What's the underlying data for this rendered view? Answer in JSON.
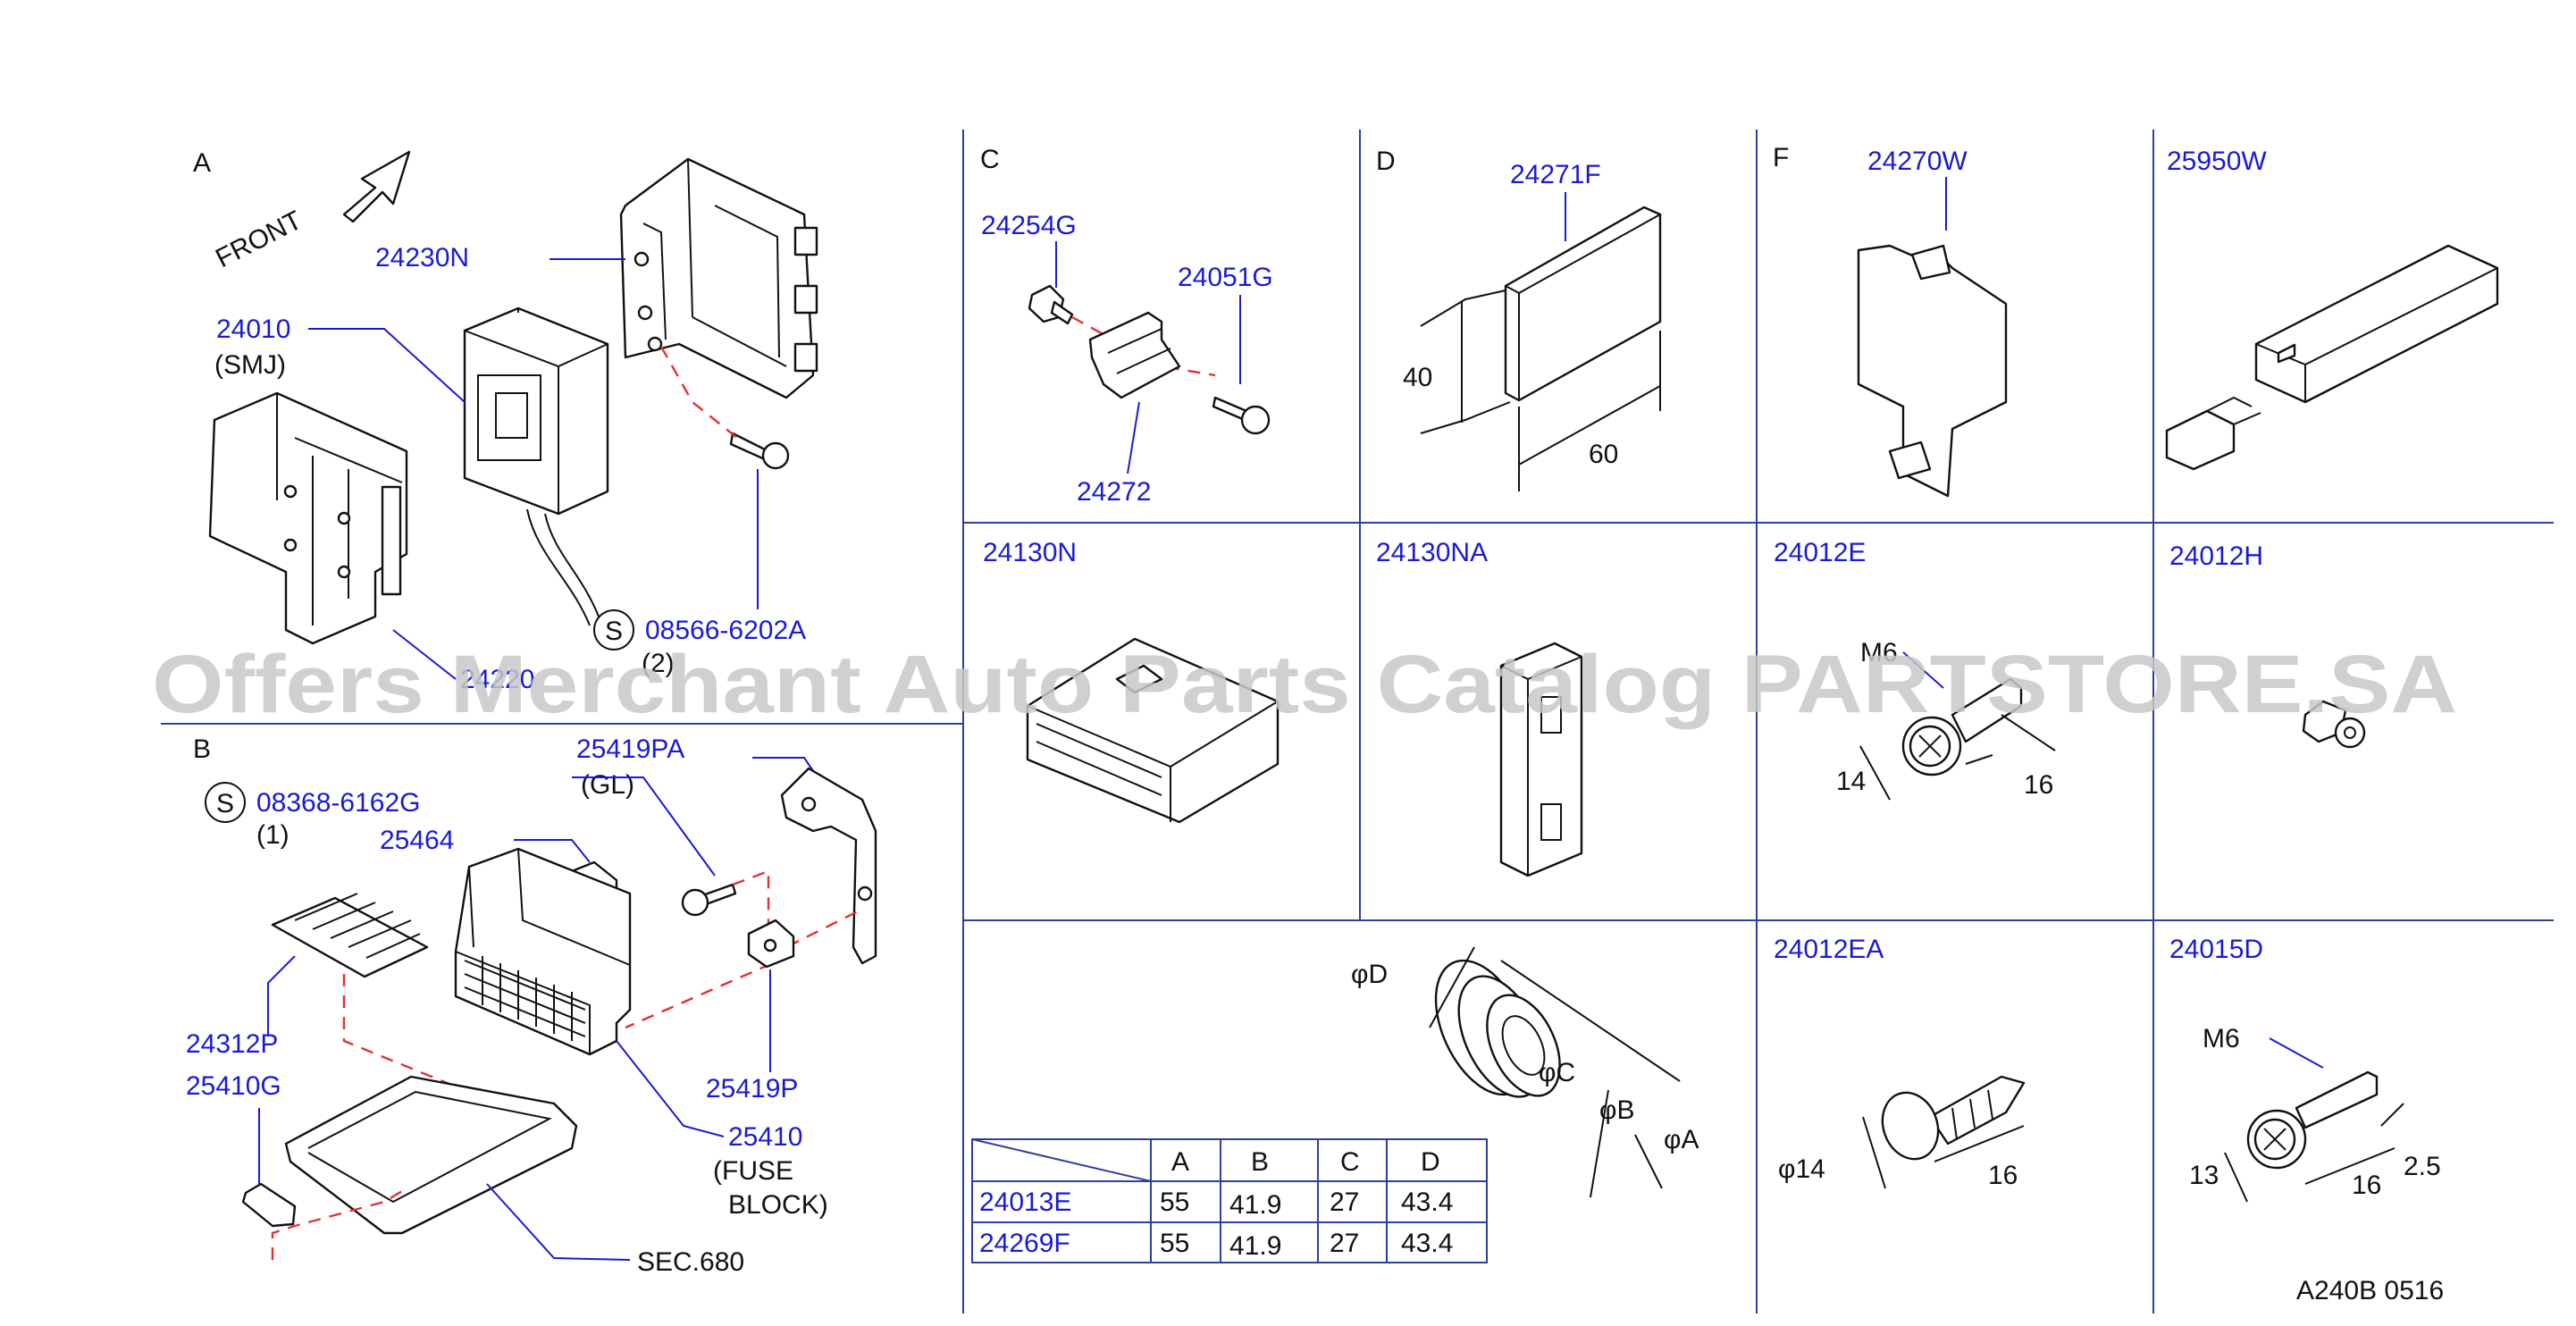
{
  "sections": {
    "a": "A",
    "b": "B",
    "c": "C",
    "d": "D",
    "f": "F",
    "front": "FRONT"
  },
  "parts": {
    "p24230N": "24230N",
    "p24010": "24010",
    "p24010_sub": "(SMJ)",
    "p08566": "08566-6202A",
    "p08566_qty": "(2)",
    "p24220": "24220",
    "s_mark": "S",
    "p08368": "08368-6162G",
    "p08368_qty": "(1)",
    "p25419PA": "25419PA",
    "p25419PA_sub": "(GL)",
    "p25464": "25464",
    "p24312P": "24312P",
    "p25410G": "25410G",
    "p25419P": "25419P",
    "p25410": "25410",
    "p25410_sub1": "(FUSE",
    "p25410_sub2": "BLOCK)",
    "sec680": "SEC.680",
    "p24254G": "24254G",
    "p24051G": "24051G",
    "p24272": "24272",
    "p24271F": "24271F",
    "dimD_40": "40",
    "dimD_60": "60",
    "p24270W": "24270W",
    "p25950W": "25950W",
    "p24130N": "24130N",
    "p24130NA": "24130NA",
    "p24012E": "24012E",
    "m6_e": "M6",
    "dimE_14": "14",
    "dimE_16": "16",
    "p24012H": "24012H",
    "phiD": "φD",
    "phiC": "φC",
    "phiB": "φB",
    "phiA": "φA",
    "p24012EA": "24012EA",
    "dimEA_14": "φ14",
    "dimEA_16": "16",
    "p24015D": "24015D",
    "m6_d": "M6",
    "dim15_13": "13",
    "dim15_16": "16",
    "dim15_25": "2.5",
    "footer_code": "A240B  0516"
  },
  "table": {
    "headers": [
      "",
      "A",
      "B",
      "C",
      "D"
    ],
    "rows": [
      [
        "24013E",
        "55",
        "41.9",
        "27",
        "43.4"
      ],
      [
        "24269F",
        "55",
        "41.9",
        "27",
        "43.4"
      ]
    ]
  },
  "watermark": "Offers Merchant Auto Parts Catalog PARTSTORE.SA",
  "colors": {
    "part_number": "#1a1ad6",
    "grid": "#2d3fa0",
    "dashed_leader": "#e53030",
    "watermark": "#c8c8c8"
  }
}
